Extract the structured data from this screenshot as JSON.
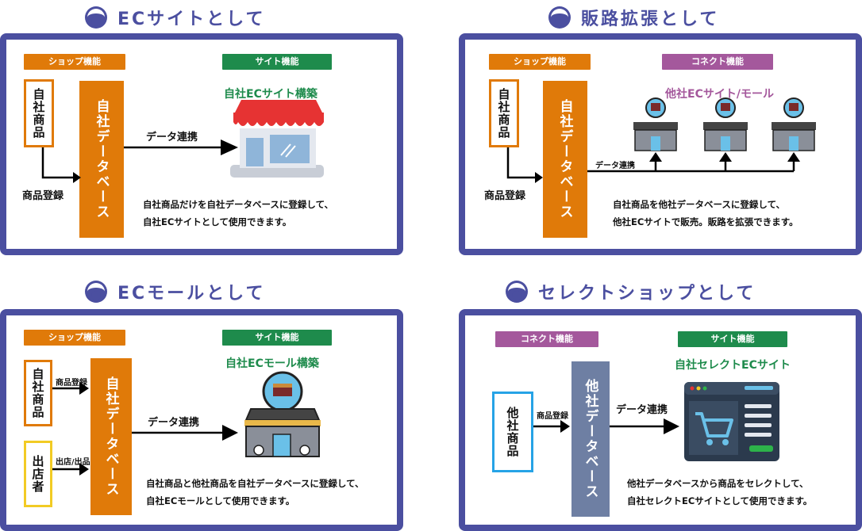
{
  "titles": {
    "ec_site": "ECサイトとして",
    "sales_channel": "販路拡張として",
    "ec_mall": "ECモールとして",
    "select_shop": "セレクトショップとして"
  },
  "panel1": {
    "tag_shop": "ショップ機能",
    "tag_site": "サイト機能",
    "own_products": "自社商品",
    "register": "商品登録",
    "database": "自社データベース",
    "data_link": "データ連携",
    "site_heading": "自社ECサイト構築",
    "desc1": "自社商品だけを自社データベースに登録して、",
    "desc2": "自社ECサイトとして使用できます。"
  },
  "panel2": {
    "tag_shop": "ショップ機能",
    "tag_connect": "コネクト機能",
    "own_products": "自社商品",
    "register": "商品登録",
    "database": "自社データベース",
    "data_link": "データ連携",
    "site_heading": "他社ECサイト/モール",
    "desc1": "自社商品を他社データベースに登録して、",
    "desc2": "他社ECサイトで販売。販路を拡張できます。"
  },
  "panel3": {
    "tag_shop": "ショップ機能",
    "tag_site": "サイト機能",
    "own_products": "自社商品",
    "register": "商品登録",
    "store": "出店者",
    "store_register": "出店/出品",
    "database": "自社データベース",
    "data_link": "データ連携",
    "site_heading": "自社ECモール構築",
    "desc1": "自社商品と他社商品を自社データベースに登録して、",
    "desc2": "自社ECモールとして使用できます。"
  },
  "panel4": {
    "tag_connect": "コネクト機能",
    "tag_site": "サイト機能",
    "other_products": "他社商品",
    "register": "商品登録",
    "database": "他社データベース",
    "data_link": "データ連携",
    "site_heading": "自社セレクトECサイト",
    "desc1": "他社データベースから商品をセレクトして、",
    "desc2": "自社セレクトECサイトとして使用できます。"
  },
  "colors": {
    "frame": "#4b4fa0",
    "shop_orange": "#e07a09",
    "site_green": "#1e8b4c",
    "connect_purple": "#a4589c",
    "slate": "#6e7fa3",
    "store_yellow": "#f2cb24",
    "other_blue": "#26a3e6"
  }
}
